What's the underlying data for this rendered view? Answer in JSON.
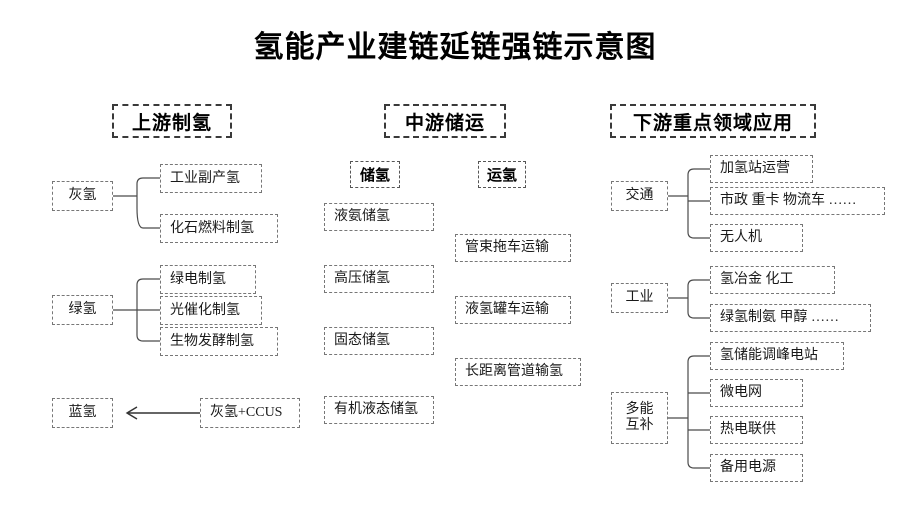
{
  "title": "氢能产业建链延链强链示意图",
  "columns": [
    {
      "id": "upstream",
      "header": "上游制氢",
      "groups": [
        {
          "parent": "灰氢",
          "children": [
            "工业副产氢",
            "化石燃料制氢"
          ]
        },
        {
          "parent": "绿氢",
          "children": [
            "绿电制氢",
            "光催化制氢",
            "生物发酵制氢"
          ]
        },
        {
          "parent": "蓝氢",
          "arrow": "←",
          "children": [
            "灰氢+CCUS"
          ]
        }
      ]
    },
    {
      "id": "midstream",
      "header": "中游储运",
      "subsections": [
        {
          "label": "储氢",
          "items": [
            "液氨储氢",
            "高压储氢",
            "固态储氢",
            "有机液态储氢"
          ]
        },
        {
          "label": "运氢",
          "items": [
            "管束拖车运输",
            "液氢罐车运输",
            "长距离管道输氢"
          ]
        }
      ]
    },
    {
      "id": "downstream",
      "header": "下游重点领域应用",
      "groups": [
        {
          "parent": "交通",
          "children": [
            "加氢站运营",
            "市政  重卡  物流车 ……",
            "无人机"
          ]
        },
        {
          "parent": "工业",
          "children": [
            "氢冶金  化工",
            "绿氢制氨  甲醇 ……"
          ]
        },
        {
          "parent": "多能\n互补",
          "parent_line1": "多能",
          "parent_line2": "互补",
          "children": [
            "氢储能调峰电站",
            "微电网",
            "热电联供",
            "备用电源"
          ]
        }
      ]
    }
  ],
  "colors": {
    "background": "#ffffff",
    "text": "#1a1a1a",
    "border": "#777777",
    "header_border": "#3a3a3a",
    "connector": "#4a4a4a"
  }
}
